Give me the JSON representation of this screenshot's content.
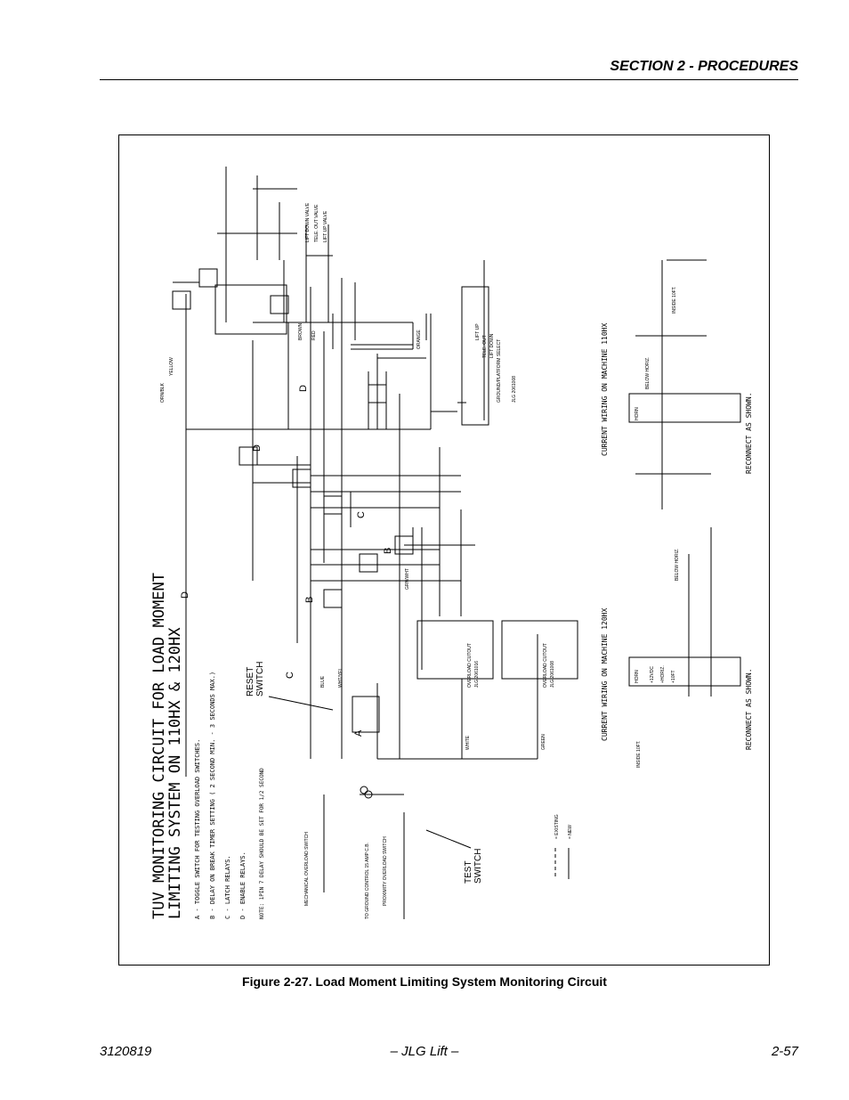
{
  "header": {
    "section_title": "SECTION 2 - PROCEDURES"
  },
  "figure": {
    "caption": "Figure 2-27.  Load Moment Limiting System Monitoring Circuit",
    "title_line1": "TUV MONITORING CIRCUIT FOR LOAD MOMENT",
    "title_line2": "LIMITING SYSTEM ON 110HX & 120HX",
    "legend_a": "A - TOGGLE SWITCH FOR TESTING OVERLOAD SWITCHES.",
    "legend_b": "B - DELAY ON BREAK TIMER SETTING ( 2 SECOND MIN. - 3 SECONDS MAX.)",
    "legend_c": "C - LATCH RELAYS.",
    "legend_d": "D - ENABLE RELAYS.",
    "note": "NOTE:  1PIN 7 DELAY SHOULD BE SET FOR 1/2 SECOND",
    "reset_switch_1": "RESET",
    "reset_switch_2": "SWITCH",
    "test_switch_1": "TEST",
    "test_switch_2": "SWITCH",
    "current_wiring_120": "CURRENT WIRING ON MACHINE 120HX",
    "current_wiring_110": "CURRENT WIRING ON MACHINE 110HX",
    "reconnect_1": "RECONNECT AS SHOWN.",
    "reconnect_2": "RECONNECT AS SHOWN.",
    "lift_down_valve": "LIFT DOWN VALVE",
    "tele_out_valve": "TELE. OUT VALVE",
    "lift_up_valve": "LIFT UP VALVE",
    "ground_platform_select": "GROUND/PLATFORM SELECT",
    "jlg_part_top": "JLG 2061008",
    "lift_up": "LIFT UP",
    "tele_out": "TELE. OUT",
    "lift_down": "LIFT DOWN",
    "overload_cutout_1": "OVERLOAD CUTOUT",
    "jlg_part_cutout_1": "JLG 2061016",
    "overload_cutout_2": "OVERLOAD CUTOUT",
    "jlg_part_cutout_2": "JLG 2061008",
    "mechanical_switch": "MECHANICAL OVERLOAD SWITCH",
    "proximity_switch": "PROXIMITY OVERLOAD SWITCH",
    "to_ground_control": "TO GROUND CONTROL 15 AMP C.B.",
    "existing": "= EXISTING",
    "new": "= NEW",
    "label_blue": "BLUE",
    "label_wht_yel": "WHT/YEL",
    "label_white": "WHITE",
    "label_green": "GREEN",
    "label_orange": "ORANGE",
    "label_yellow": "YELLOW",
    "label_red": "RED",
    "label_brown": "BROWN",
    "label_orn_blk": "ORN/BLK",
    "label_grn_wht": "GRN/WHT",
    "label_inside_10ft": "INSIDE 10FT.",
    "label_below_horiz": "BELOW HORIZ.",
    "label_horn": "HORN",
    "label_12vdc": "+12VDC",
    "label_horiz": "+HORIZ.",
    "label_10ft": "+10FT"
  },
  "footer": {
    "doc_number": "3120819",
    "center": "– JLG Lift –",
    "page": "2-57"
  }
}
